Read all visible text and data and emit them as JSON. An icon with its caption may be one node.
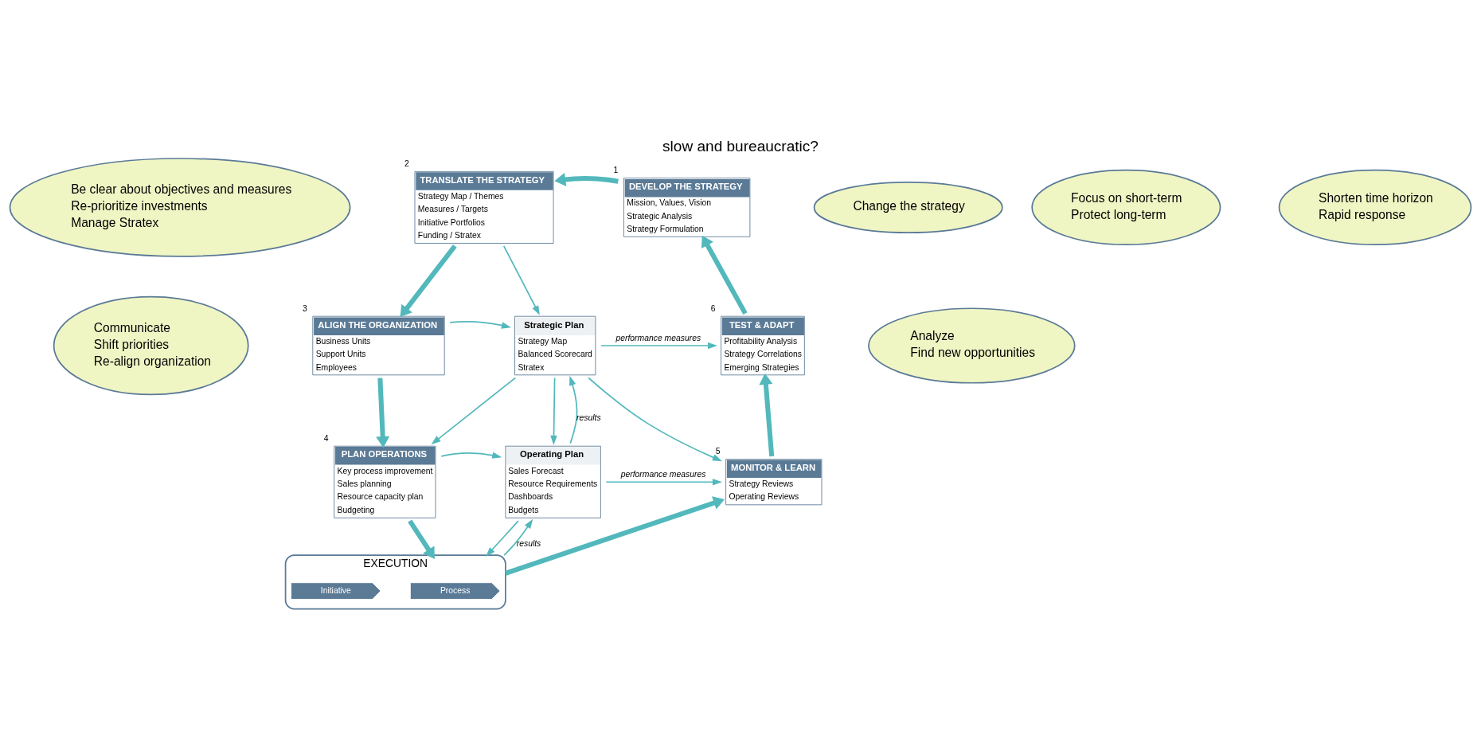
{
  "diagram": {
    "title": "slow and bureaucratic?",
    "nodes": [
      {
        "text": [
          "Be clear about objectives and measures",
          "Re-prioritize investments",
          "Manage Stratex"
        ]
      },
      {
        "text": [
          "Change the strategy"
        ]
      },
      {
        "text": [
          "TRANSLATE THE STRATEGY",
          "Strategy Map / Themes",
          "Measures / Targets",
          "Initiative Portfolios",
          "Funding / Stratex"
        ],
        "beside": [
          "2"
        ]
      },
      {
        "text": [
          "DEVELOP THE STRATEGY",
          "Mission, Values, Vision",
          "Strategic Analysis",
          "Strategy Formulation"
        ],
        "beside": [
          "1"
        ]
      },
      {
        "text": [
          "Communicate",
          "Shift priorities",
          "Re-align organization"
        ]
      },
      {
        "text": [
          "ALIGN THE ORGANIZATION",
          "Business Units",
          "Support Units",
          "Employees"
        ],
        "beside": [
          "3"
        ]
      },
      {
        "text": [
          "Strategic Plan",
          "Strategy Map",
          "Balanced Scorecard",
          "Stratex"
        ]
      },
      {
        "text": [
          "TEST & ADAPT",
          "Profitability Analysis",
          "Strategy Correlations",
          "Emerging Strategies"
        ],
        "beside": [
          "6"
        ]
      },
      {
        "text": [
          "Analyze",
          "Find new opportunities"
        ]
      },
      {
        "text": [
          "PLAN OPERATIONS",
          "Key process improvement",
          "Sales planning",
          "Resource capacity plan",
          "Budgeting"
        ],
        "beside": [
          "4"
        ]
      },
      {
        "text": [
          "Operating Plan",
          "Sales Forecast",
          "Resource Requirements",
          "Dashboards",
          "Budgets"
        ]
      },
      {
        "text": [
          "MONITOR & LEARN",
          "Strategy Reviews",
          "Operating Reviews"
        ],
        "beside": [
          "5"
        ]
      },
      {
        "text": [
          "Focus on short-term",
          "Protect long-term"
        ]
      },
      {
        "text": [
          "EXECUTION"
        ]
      },
      {
        "text": [
          "Process"
        ],
        "in": 13
      },
      {
        "text": [
          "Initiative"
        ],
        "in": 13
      },
      {
        "text": [
          "Shorten time horizon",
          "Rapid response"
        ]
      }
    ],
    "edges": [
      {
        "from": 3,
        "to": 2,
        "arrow": "to",
        "style": "thick"
      },
      {
        "from": 2,
        "to": 5,
        "arrow": "to",
        "style": "thick"
      },
      {
        "from": 5,
        "to": 9,
        "arrow": "to",
        "style": "thick"
      },
      {
        "from": 9,
        "to": 13,
        "arrow": "to",
        "style": "thick"
      },
      {
        "from": 13,
        "to": 11,
        "arrow": "to",
        "style": "thick"
      },
      {
        "from": 11,
        "to": 7,
        "arrow": "to",
        "style": "thick"
      },
      {
        "from": 7,
        "to": 3,
        "arrow": "to",
        "style": "thick"
      },
      {
        "from": 2,
        "to": 6,
        "arrow": "to"
      },
      {
        "from": 5,
        "to": 6,
        "arrow": "to"
      },
      {
        "from": 6,
        "to": 9,
        "arrow": "to"
      },
      {
        "from": 9,
        "to": 10,
        "arrow": "to"
      },
      {
        "from": 6,
        "to": 7,
        "arrow": "to",
        "label": "performance measures"
      },
      {
        "from": 6,
        "to": 11,
        "arrow": "to"
      },
      {
        "from": 10,
        "to": 11,
        "arrow": "to",
        "label": "performance measures"
      },
      {
        "from": 6,
        "to": 10,
        "arrow": "to"
      },
      {
        "from": 10,
        "to": 6,
        "arrow": "to",
        "label": "results"
      },
      {
        "from": 10,
        "to": 13,
        "arrow": "to"
      },
      {
        "from": 13,
        "to": 10,
        "arrow": "to",
        "label": "results"
      }
    ]
  }
}
